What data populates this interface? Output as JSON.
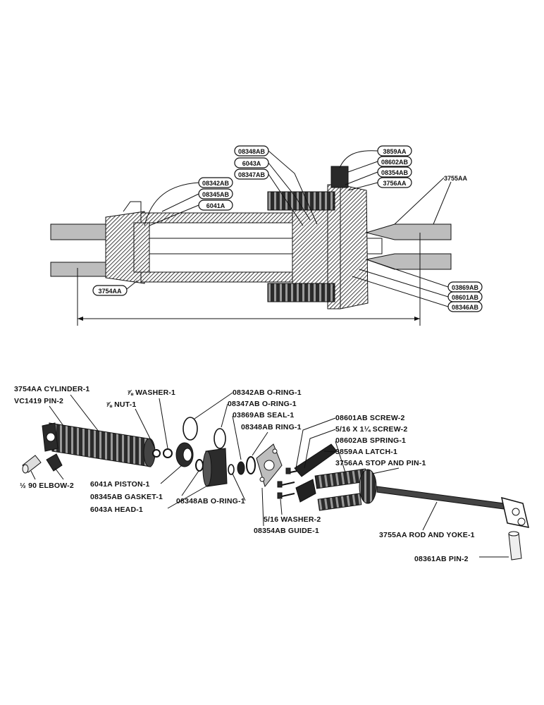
{
  "top_diagram": {
    "callouts": [
      {
        "id": "c-08348ab-top",
        "text": "08348AB"
      },
      {
        "id": "c-6043a",
        "text": "6043A"
      },
      {
        "id": "c-08347ab",
        "text": "08347AB"
      },
      {
        "id": "c-08342ab",
        "text": "08342AB"
      },
      {
        "id": "c-08345ab",
        "text": "08345AB"
      },
      {
        "id": "c-6041a",
        "text": "6041A"
      },
      {
        "id": "c-3859aa",
        "text": "3859AA"
      },
      {
        "id": "c-08602ab",
        "text": "08602AB"
      },
      {
        "id": "c-08354ab",
        "text": "08354AB"
      },
      {
        "id": "c-3756aa",
        "text": "3756AA"
      },
      {
        "id": "c-3754aa",
        "text": "3754AA"
      },
      {
        "id": "c-03869ab",
        "text": "03869AB"
      },
      {
        "id": "c-08601ab",
        "text": "08601AB"
      },
      {
        "id": "c-08346ab",
        "text": "08346AB"
      }
    ],
    "free_label_3755aa": "3755AA"
  },
  "bottom_diagram": {
    "labels": [
      {
        "id": "l-cylinder",
        "text": "3754AA CYLINDER-1"
      },
      {
        "id": "l-pin2",
        "text": "VC1419 PIN-2"
      },
      {
        "id": "l-elbow",
        "text": "½ 90 ELBOW-2"
      },
      {
        "id": "l-washer",
        "text": "⅞ WASHER-1"
      },
      {
        "id": "l-nut",
        "text": "⅞ NUT-1"
      },
      {
        "id": "l-oring-08342",
        "text": "08342AB O-RING-1"
      },
      {
        "id": "l-oring-08347",
        "text": "08347AB O-RING-1"
      },
      {
        "id": "l-seal",
        "text": "03869AB SEAL-1"
      },
      {
        "id": "l-ring",
        "text": "08348AB RING-1"
      },
      {
        "id": "l-screw-08601",
        "text": "08601AB SCREW-2"
      },
      {
        "id": "l-screw-516",
        "text": "5/16 X 1¼ SCREW-2"
      },
      {
        "id": "l-spring",
        "text": "08602AB SPRING-1"
      },
      {
        "id": "l-latch",
        "text": "3859AA LATCH-1"
      },
      {
        "id": "l-stop",
        "text": "3756AA STOP AND PIN-1"
      },
      {
        "id": "l-piston",
        "text": "6041A PISTON-1"
      },
      {
        "id": "l-gasket",
        "text": "08345AB GASKET-1"
      },
      {
        "id": "l-head",
        "text": "6043A HEAD-1"
      },
      {
        "id": "l-oring-08348",
        "text": "08348AB O-RING-1"
      },
      {
        "id": "l-washer2",
        "text": "5/16 WASHER-2"
      },
      {
        "id": "l-guide",
        "text": "08354AB GUIDE-1"
      },
      {
        "id": "l-rod",
        "text": "3755AA ROD AND YOKE-1"
      },
      {
        "id": "l-pin-08361",
        "text": "08361AB PIN-2"
      }
    ]
  }
}
